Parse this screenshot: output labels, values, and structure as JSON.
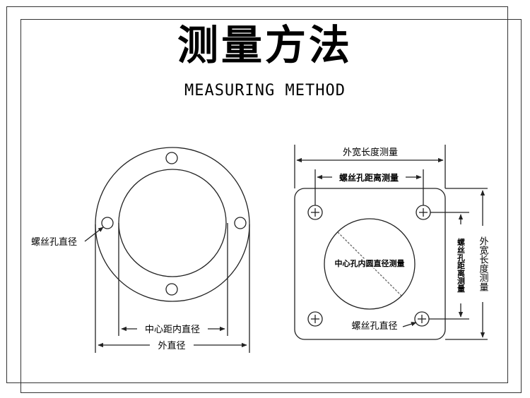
{
  "title": "测量方法",
  "subtitle": "MEASURING METHOD",
  "round_flange": {
    "bolt_hole_label": "螺丝孔直径",
    "center_distance_label": "中心距内直径",
    "outer_diameter_label": "外直径"
  },
  "square_flange": {
    "outer_width_label": "外宽长度测量",
    "hole_distance_label": "螺丝孔距离测量",
    "inner_circle_label": "中心孔内圆直径测量",
    "bolt_hole_label": "螺丝孔直径",
    "side_hole_distance_label": "螺丝孔距离测量",
    "side_outer_width_label": "外宽长度测量"
  },
  "colors": {
    "line": "#222222",
    "frame": "#333333"
  }
}
